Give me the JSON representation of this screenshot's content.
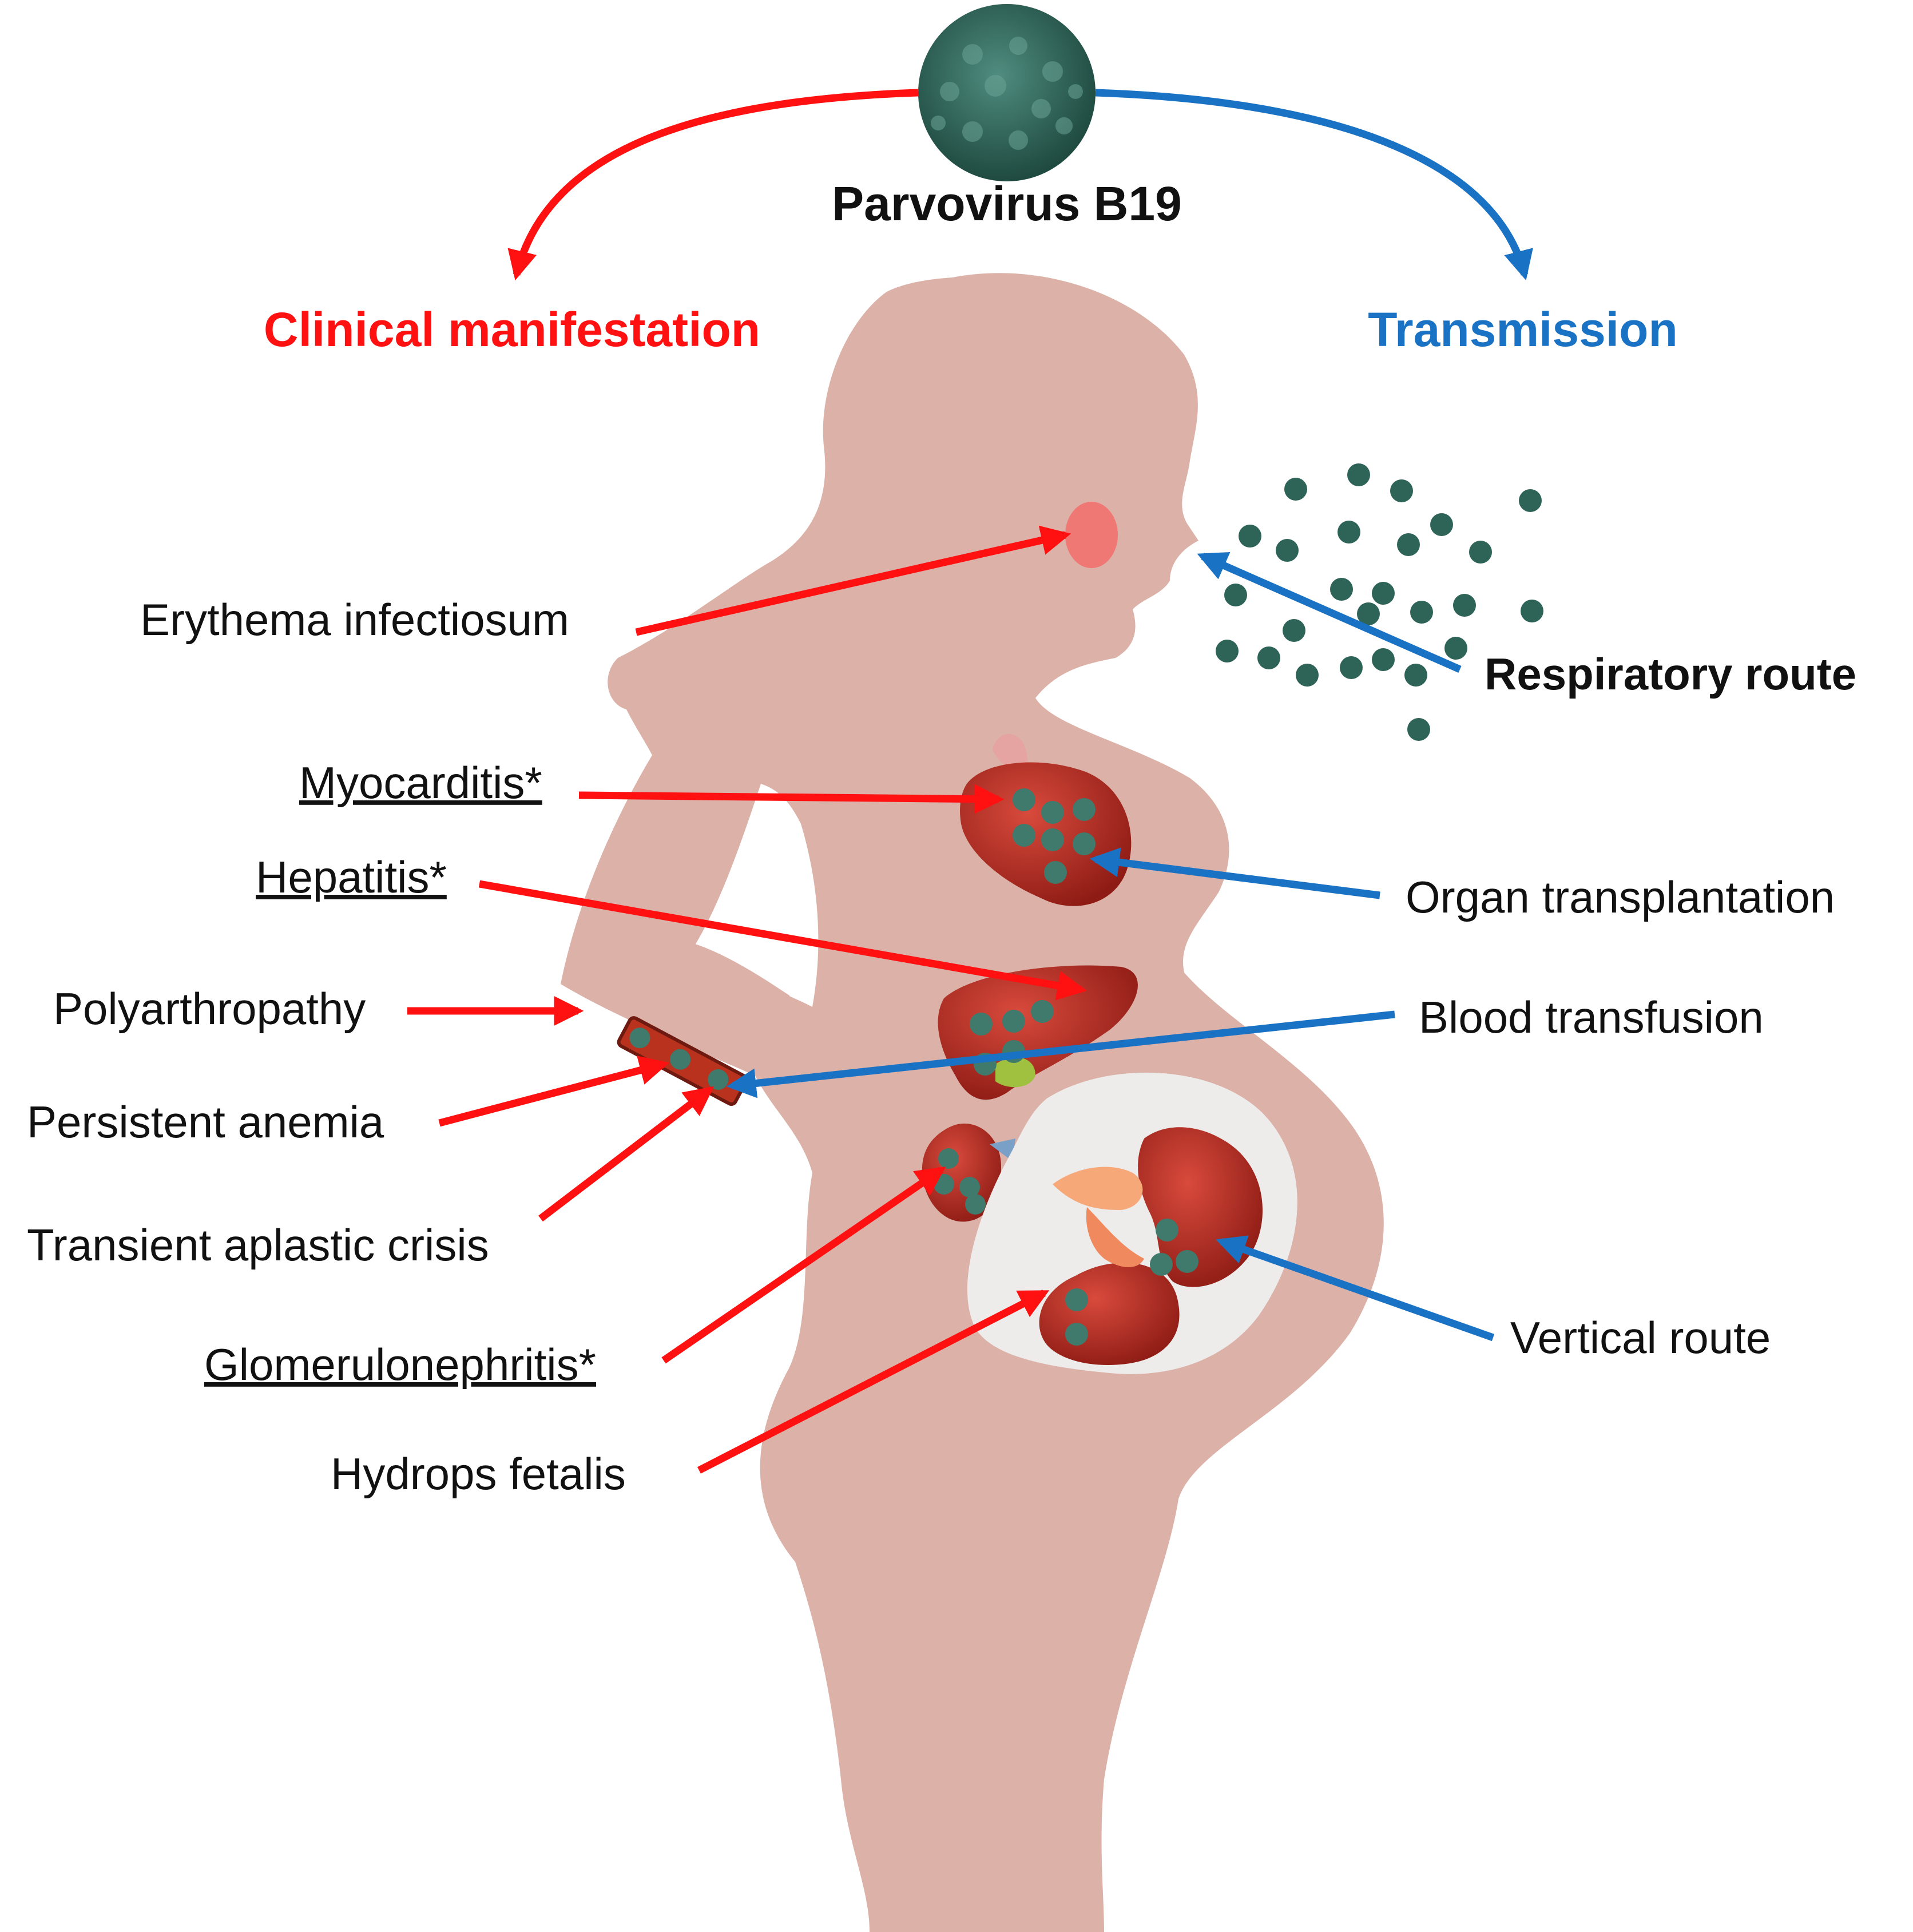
{
  "title": "Parvovirus B19",
  "branches": {
    "clinical": "Clinical manifestation",
    "transmission": "Transmission"
  },
  "clinical_labels": {
    "erythema": "Erythema infectiosum",
    "myocarditis": "Myocarditis*",
    "hepatitis": "Hepatitis*",
    "polyarthropathy": "Polyarthropathy",
    "anemia": "Persistent anemia",
    "aplastic": "Transient aplastic crisis",
    "glomerulo": "Glomerulonephritis*",
    "hydrops": "Hydrops fetalis"
  },
  "transmission_labels": {
    "respiratory": "Respiratory route",
    "organ": "Organ transplantation",
    "blood": "Blood transfusion",
    "vertical": "Vertical route"
  },
  "colors": {
    "clinical": "#ff1111",
    "transmission": "#1a72c4",
    "body": "#dcb1a8",
    "virus": "#2e6458",
    "organ": "#b3261e",
    "cheek": "#f07874",
    "womb": "#eeeceb"
  },
  "icons": [
    "virus-icon",
    "heart-icon",
    "liver-icon",
    "kidney-icon",
    "blood-vessel-icon",
    "fetus-icon"
  ]
}
